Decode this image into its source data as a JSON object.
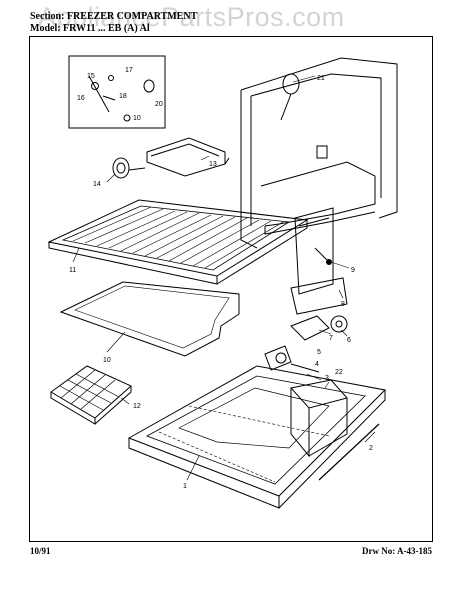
{
  "header": {
    "section": "Section: FREEZER COMPARTMENT",
    "model": "Model: FRW11 ... EB (A) Al"
  },
  "watermark": "AppliancePartsPros.com",
  "footer": {
    "date": "10/91",
    "drawing_no": "Drw No: A-43-185"
  },
  "callouts": {
    "c1": "1",
    "c2": "2",
    "c3": "3",
    "c4": "4",
    "c5": "5",
    "c6": "6",
    "c7": "7",
    "c8": "8",
    "c9": "9",
    "c10": "10",
    "c10b": "10",
    "c11": "11",
    "c12": "12",
    "c13": "13",
    "c14": "14",
    "c15": "15",
    "c16": "16",
    "c17": "17",
    "c18": "18",
    "c20": "20",
    "c21": "21",
    "c22": "22"
  },
  "colors": {
    "ink": "#000000",
    "watermark": "#969696",
    "paper": "#ffffff"
  }
}
